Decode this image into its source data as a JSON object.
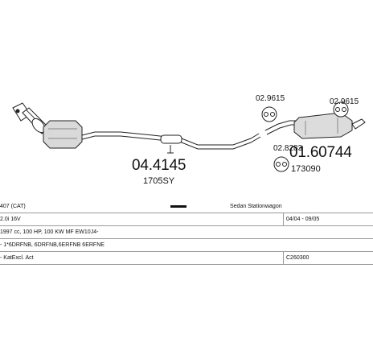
{
  "parts": {
    "main_number": "04.4145",
    "main_ref": "1705SY",
    "rear_number": "01.60744",
    "rear_ref": "173090",
    "hanger_a": "02.9615",
    "hanger_b": "02.9615",
    "hanger_c": "02.8283"
  },
  "table": {
    "row1": {
      "model": "407 (CAT)",
      "body": "Sedan Stationwagon"
    },
    "row2": {
      "engine": "2.0i 16V",
      "years": "04/04 - 09/05"
    },
    "row3": {
      "spec": "1997 cc, 100 HP, 100 KW MF EW10J4-"
    },
    "row4": {
      "codes": "- 1*6DRFNB, 6DRFNB,6ERFNB 6ERFNE"
    },
    "row5": {
      "note": "- KatExcl. Act",
      "code": "C260300"
    }
  }
}
